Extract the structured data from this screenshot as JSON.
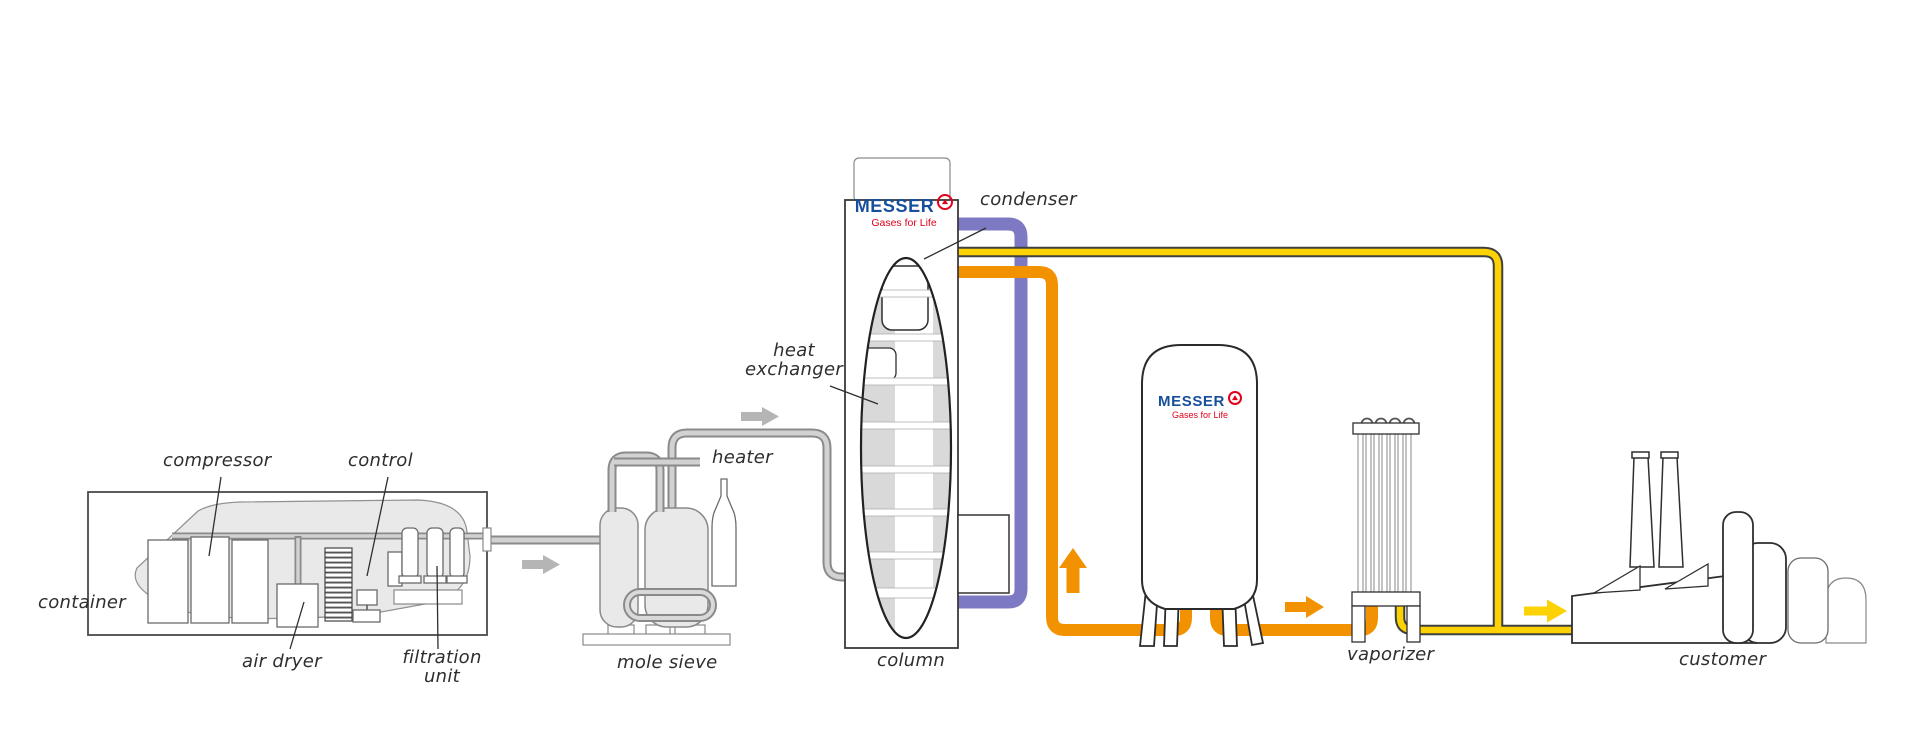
{
  "labels": {
    "container": "container",
    "compressor": "compressor",
    "control": "control",
    "air_dryer": "air dryer",
    "filtration_unit": "filtration unit",
    "mole_sieve": "mole sieve",
    "heater": "heater",
    "heat_exchanger": "heat exchanger",
    "condenser": "condenser",
    "column": "column",
    "vaporizer": "vaporizer",
    "customer": "customer"
  },
  "logo": {
    "brand": "MESSER",
    "tagline": "Gases for Life"
  },
  "colors": {
    "messer_blue": "#174f9c",
    "messer_red": "#e2001a",
    "pipe_purple": "#7d79c2",
    "pipe_orange": "#f39200",
    "pipe_yellow": "#fcd205",
    "pipe_yellow_outline": "#3f3f3f",
    "pipe_gray_dark": "#8a8a8a",
    "pipe_gray_light": "#d2d2d2",
    "arrow_gray": "#b5b5b5",
    "equipment_fill": "#e9e9e9",
    "ink": "#2e2e2e"
  }
}
